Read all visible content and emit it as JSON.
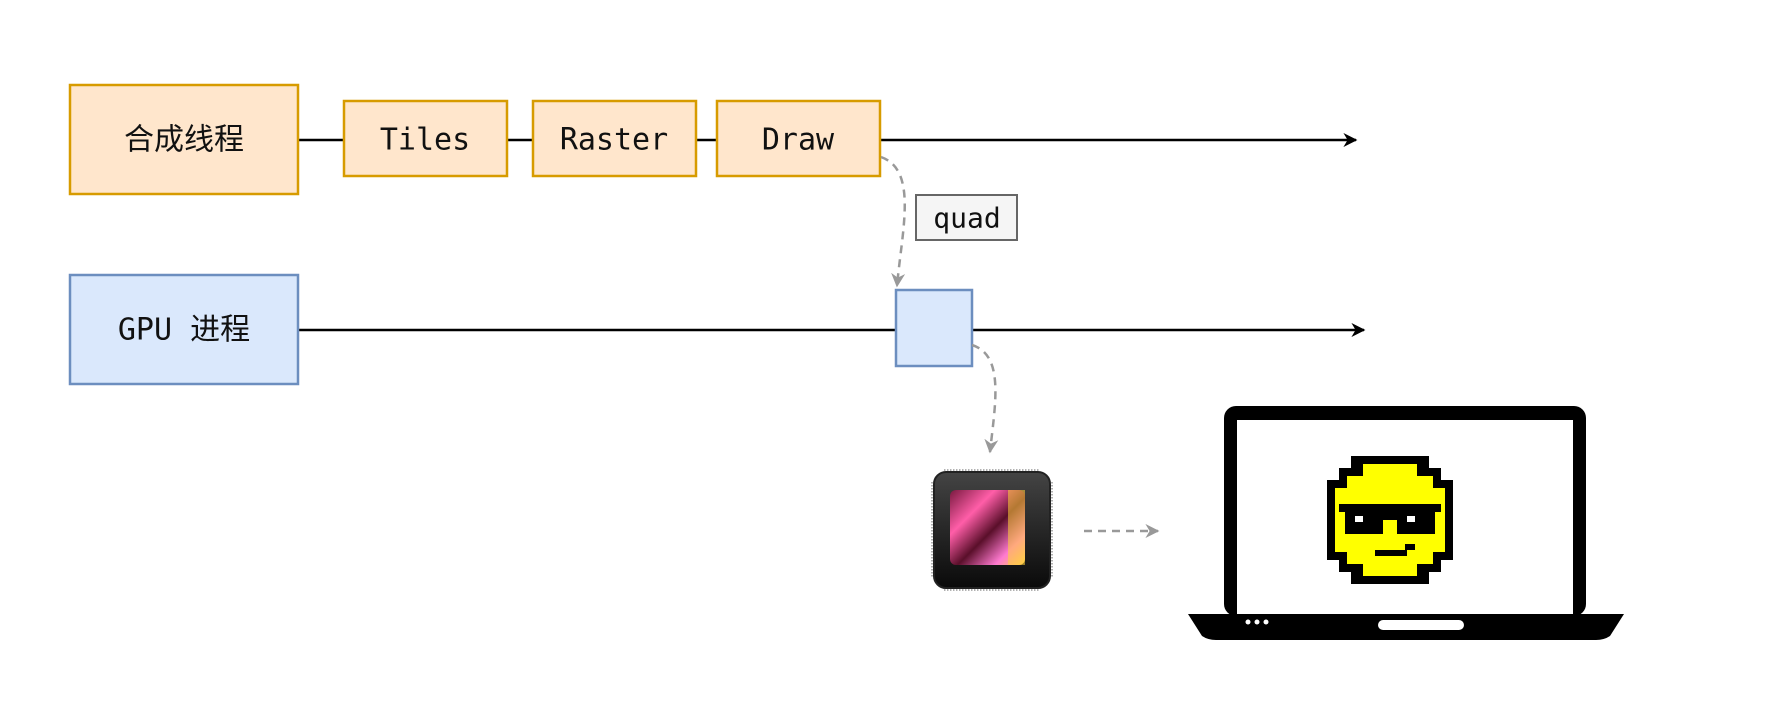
{
  "compositor_lane": {
    "label": "合成线程",
    "steps": [
      "Tiles",
      "Raster",
      "Draw"
    ]
  },
  "gpu_lane": {
    "label": "GPU 进程"
  },
  "quad_label": "quad",
  "icons": {
    "gpu_chip": "gpu-chip-icon",
    "laptop": "laptop-icon",
    "emoji": "pixel-sunglasses-smiley-icon"
  },
  "colors": {
    "compositor_fill": "#ffe6cc",
    "compositor_stroke": "#d79b00",
    "gpu_fill": "#dae8fc",
    "gpu_stroke": "#6c8ebf",
    "flow_arrow": "#999999",
    "timeline": "#000000"
  }
}
